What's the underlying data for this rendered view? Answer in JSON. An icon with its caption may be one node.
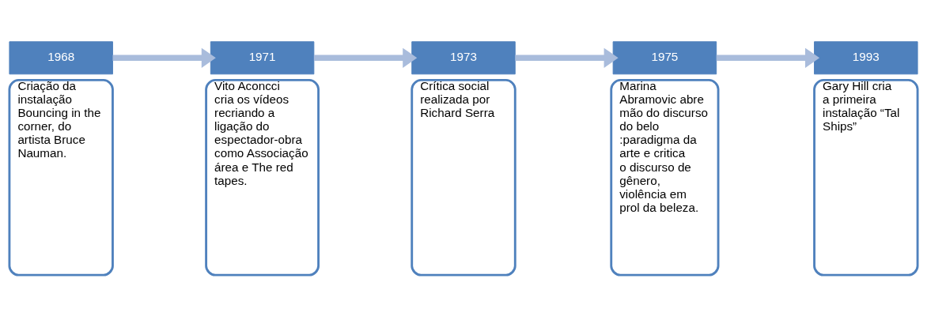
{
  "diagram": {
    "nodes": [
      {
        "text": [
          "1968"
        ]
      },
      {
        "text": [
          "Criação da instalação Bouncing in the corner, do artista Bruce Nauman."
        ]
      },
      {
        "text": [
          "1971"
        ]
      },
      {
        "text": [
          "Vito Aconcci cria os vídeos recriando a ligação do espectador-obra como Associação área e The red tapes."
        ]
      },
      {
        "text": [
          "1973"
        ]
      },
      {
        "text": [
          "Crítica social realizada por Richard Serra"
        ]
      },
      {
        "text": [
          "1975"
        ]
      },
      {
        "text": [
          "Marina Abramovic abre mão do discurso do belo :paradigma da arte e critica o discurso de gênero, violência em prol da beleza."
        ]
      },
      {
        "text": [
          "1993"
        ]
      },
      {
        "text": [
          "Gary Hill cria a primeira instalação “Tal Ships”"
        ]
      }
    ],
    "edges": [
      {
        "from": 0,
        "to": 2,
        "arrow": "to"
      },
      {
        "from": 2,
        "to": 4,
        "arrow": "to"
      },
      {
        "from": 4,
        "to": 6,
        "arrow": "to"
      },
      {
        "from": 6,
        "to": 8,
        "arrow": "to"
      }
    ]
  }
}
